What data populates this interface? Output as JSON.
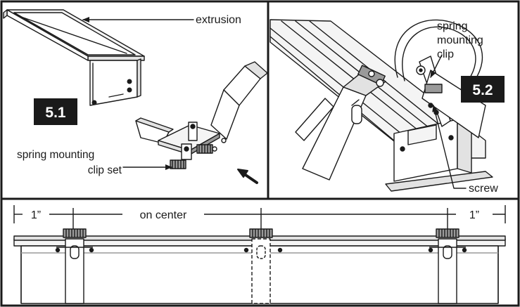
{
  "colors": {
    "line": "#1a1a1a",
    "frame": "#1a1a1a",
    "badge_bg": "#1a1a1a",
    "badge_text": "#ffffff",
    "fill_light": "#f4f4f4",
    "fill_mid": "#e2e2e2",
    "fill_dark": "#9a9a9a"
  },
  "panel_5_1": {
    "badge": "5.1",
    "extrusion_label": "extrusion",
    "clip_label_line1": "spring mounting",
    "clip_label_line2": "clip set"
  },
  "panel_5_2": {
    "badge": "5.2",
    "clip_label_line1": "spring",
    "clip_label_line2": "mounting",
    "clip_label_line3": "clip",
    "screw_label": "screw"
  },
  "panel_bottom": {
    "left_offset": "1”",
    "center_label": "on center",
    "right_offset": "1”"
  },
  "icons": [
    "arrow-icon",
    "leader-arrow-icon"
  ]
}
